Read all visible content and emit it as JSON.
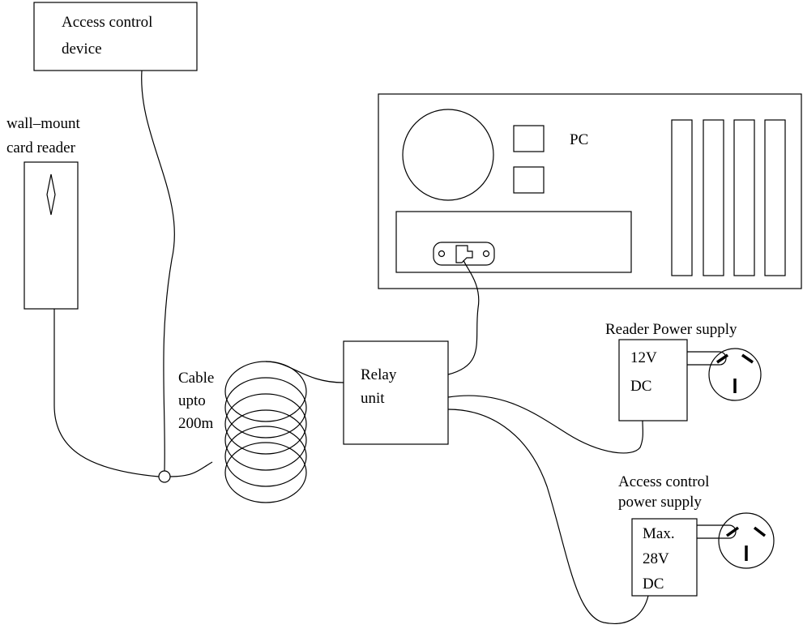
{
  "access_control_device": {
    "line1": "Access control",
    "line2": "device"
  },
  "card_reader": {
    "line1": "wall–mount",
    "line2": "card reader"
  },
  "pc": {
    "label": "PC"
  },
  "relay_unit": {
    "line1": "Relay",
    "line2": "unit"
  },
  "cable": {
    "line1": "Cable",
    "line2": "upto",
    "line3": "200m"
  },
  "reader_power_supply": {
    "title": "Reader Power supply",
    "line1": "12V",
    "line2": "DC"
  },
  "access_power_supply": {
    "title_line1": "Access control",
    "title_line2": "power supply",
    "line1": "Max.",
    "line2": "28V",
    "line3": "DC"
  }
}
